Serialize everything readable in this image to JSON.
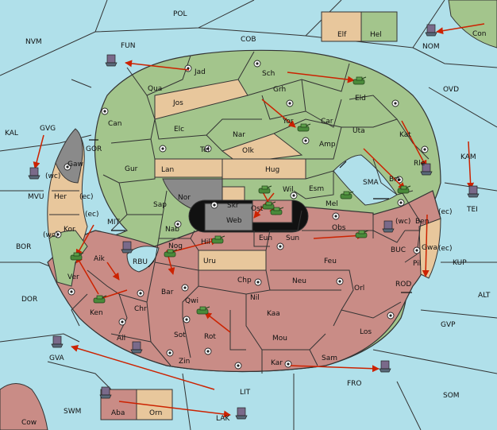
{
  "colors": {
    "sea": "#b0e0ea",
    "green": "#a3c58c",
    "tan": "#e8c79c",
    "red": "#c98c86",
    "gray": "#8a8a8a",
    "border": "#333333",
    "arrow": "#cc2200",
    "unit": "#4a8a3a"
  },
  "map": {
    "title": "Map board",
    "sea_regions": {
      "pol": "POL",
      "nvm": "NVM",
      "fun": "FUN",
      "cob": "COB",
      "nom": "NOM",
      "con": "Con",
      "ovd": "OVD",
      "kal": "KAL",
      "gvg": "GVG",
      "mvu": "MVU",
      "gor": "GOR",
      "kam": "KAM",
      "tei": "TEI",
      "sma": "SMA",
      "mit": "MIT",
      "bor": "BOR",
      "rbu": "RBU",
      "buc": "BUC",
      "kup": "KUP",
      "dor": "DOR",
      "rod": "ROD",
      "alt": "ALT",
      "gvp": "GVP",
      "gva": "GVA",
      "fro": "FRO",
      "lit": "LIT",
      "som": "SOM",
      "svm": "SWM",
      "lak": "LAK",
      "cow": "Cow"
    },
    "land": {
      "elf": "Elf",
      "hel": "Hel",
      "jad": "Jad",
      "sch": "Sch",
      "qua": "Qua",
      "jos": "Jos",
      "grh": "Grh",
      "eld": "Eld",
      "can": "Can",
      "yor": "Yor",
      "car": "Car",
      "uta": "Uta",
      "elc": "Elc",
      "nar": "Nar",
      "amp": "Amp",
      "kat": "Kat",
      "gaw": "Gaw",
      "gur": "Gur",
      "tel": "Tel",
      "olk": "Olk",
      "rle": "Rle",
      "lan": "Lan",
      "hug": "Hug",
      "brt": "Brt",
      "esm": "Esm",
      "her": "Her",
      "nor": "Nor",
      "skr": "Skr",
      "wil": "Wil",
      "mel": "Mel",
      "sap": "Sap",
      "web": "Web",
      "ost": "Ost",
      "ben": "Ben",
      "kor": "Kor",
      "nab": "Nab",
      "eun": "Eun",
      "obs": "Obs",
      "nog": "Nog",
      "hil": "Hil",
      "sun": "Sun",
      "gwa": "Gwa",
      "pil": "Pil",
      "ver": "Ver",
      "aik": "Aik",
      "uru": "Uru",
      "feu": "Feu",
      "chp": "Chp",
      "neu": "Neu",
      "orl": "Orl",
      "ken": "Ken",
      "bar": "Bar",
      "qwi": "Qwi",
      "nil": "Nil",
      "chr": "Chr",
      "kaa": "Kaa",
      "sot": "Sot",
      "rot": "Rot",
      "los": "Los",
      "ail": "Ail",
      "mou": "Mou",
      "zin": "Zin",
      "sam": "Sam",
      "kar": "Kar",
      "aba": "Aba",
      "orn": "Orn"
    },
    "coast_tags": {
      "gaw_wc": "(wc)",
      "her_ec": "(ec)",
      "kor_ec": "(ec)",
      "kor_wc": "(wc)",
      "ben_wc": "(wc)",
      "ben_ec": "(ec)",
      "gwa_ec": "(ec)"
    }
  }
}
